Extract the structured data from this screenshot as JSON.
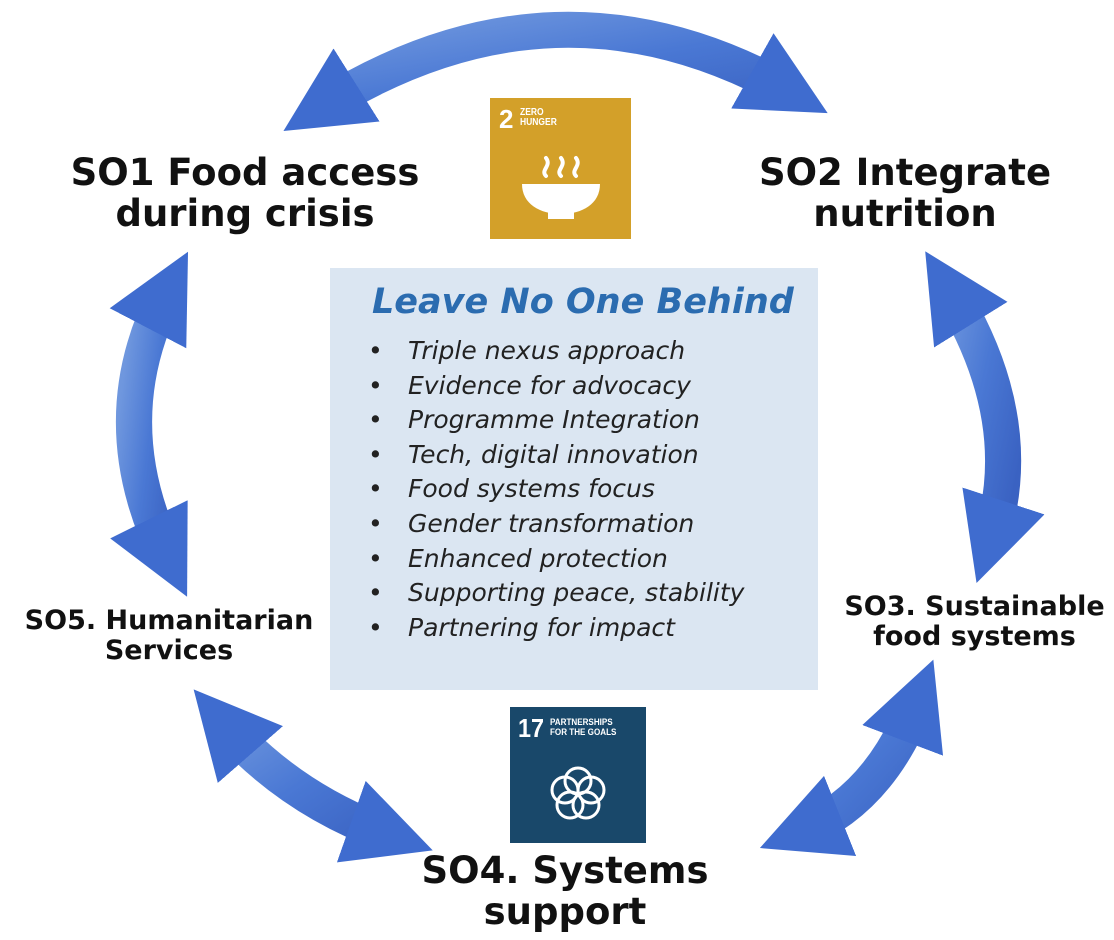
{
  "labels": {
    "so1": [
      "SO1 Food access",
      "during crisis"
    ],
    "so2": [
      "SO2 Integrate",
      "nutrition"
    ],
    "so3": [
      "SO3. Sustainable",
      "food systems"
    ],
    "so4": [
      "SO4. Systems",
      "support"
    ],
    "so5": [
      "SO5. Humanitarian",
      "Services"
    ]
  },
  "sdg2": {
    "number": "2",
    "title": "ZERO\nHUNGER",
    "icon": "food-bowl-icon",
    "color": "#d3a029"
  },
  "sdg17": {
    "number": "17",
    "title": "PARTNERSHIPS\nFOR THE GOALS",
    "icon": "interlocking-rings-icon",
    "color": "#19486a"
  },
  "center_box": {
    "title": "Leave No One Behind",
    "items": [
      "Triple nexus approach",
      "Evidence for advocacy",
      "Programme Integration",
      "Tech, digital innovation",
      "Food systems focus",
      "Gender transformation",
      "Enhanced protection",
      "Supporting peace, stability",
      "Partnering for impact"
    ]
  },
  "colors": {
    "arrow": "#3f6ccf",
    "arrow_light": "#6f97de",
    "center_box_bg": "#dbe6f2",
    "center_title": "#2b6cb0"
  }
}
